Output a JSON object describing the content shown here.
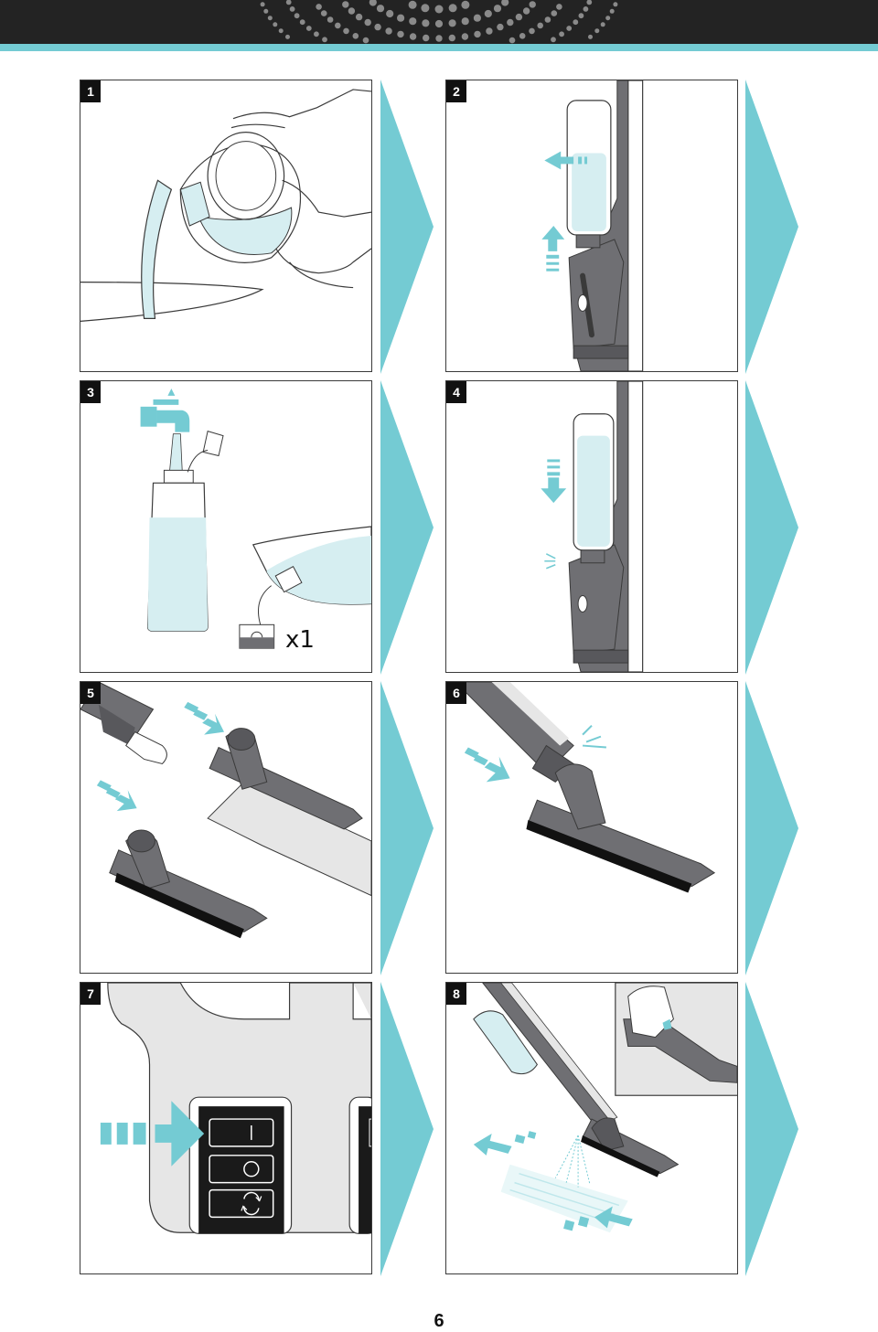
{
  "steps": [
    {
      "number": "1"
    },
    {
      "number": "2"
    },
    {
      "number": "3",
      "quantity_label": "x1"
    },
    {
      "number": "4"
    },
    {
      "number": "5"
    },
    {
      "number": "6"
    },
    {
      "number": "7"
    },
    {
      "number": "8"
    }
  ],
  "page_number": "6",
  "colors": {
    "accent": "#74cbd3",
    "header": "#232323",
    "device_gray": "#6f6f73",
    "outline": "#3a3a3a"
  },
  "icons": [
    "water-jug-icon",
    "cleaner-wand-icon",
    "faucet-icon",
    "water-bottle-icon",
    "filter-cartridge-icon",
    "floor-nozzle-icon",
    "control-panel-icon",
    "power-on-icon",
    "power-off-icon",
    "cycle-icon",
    "steam-spray-icon"
  ]
}
